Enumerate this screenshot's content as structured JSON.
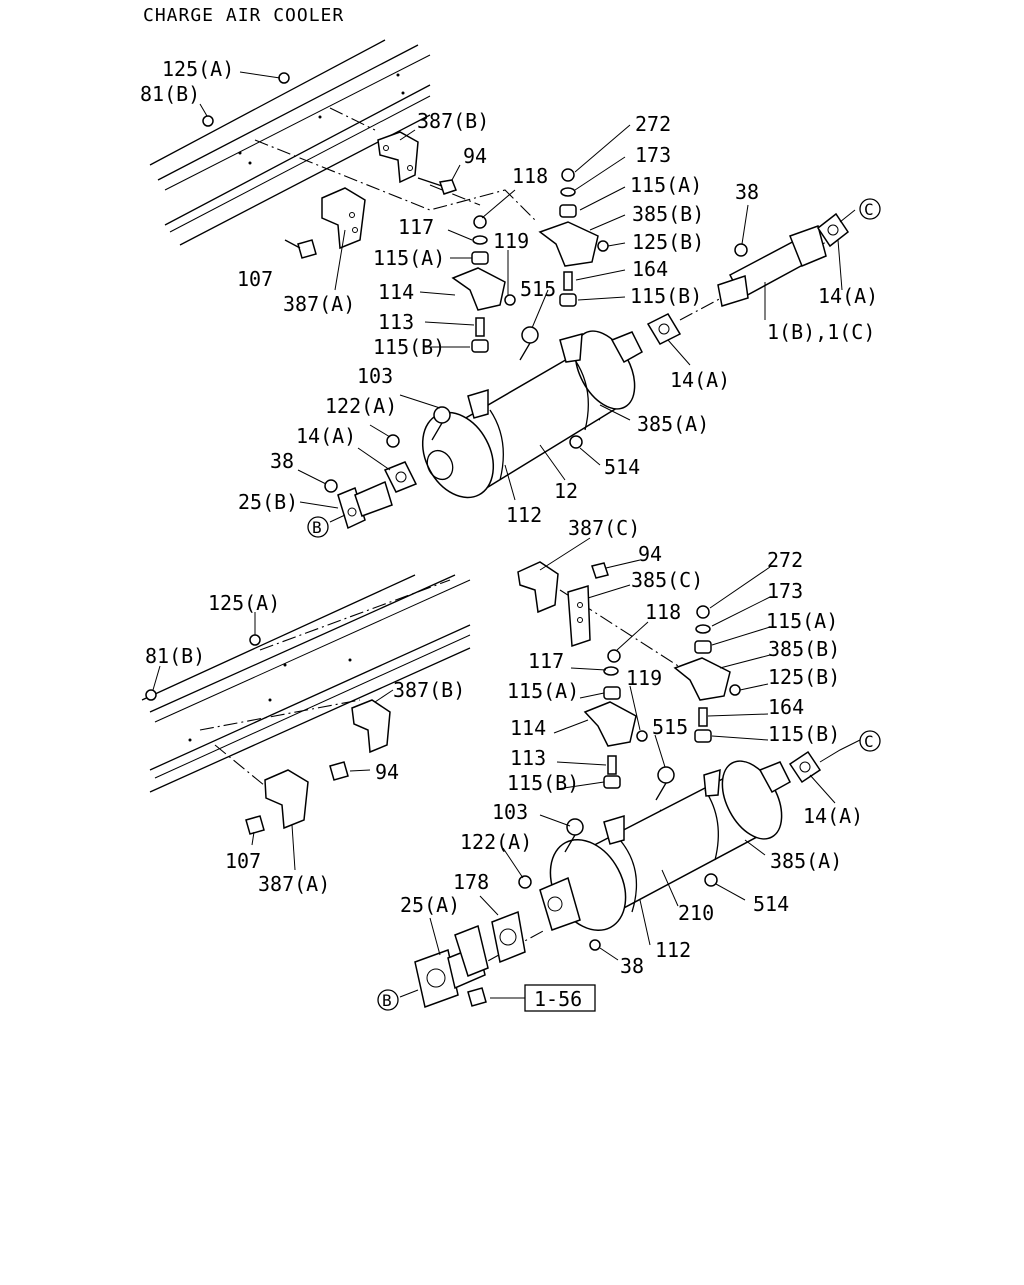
{
  "title": "CHARGE AIR COOLER",
  "top_labels": {
    "l1": "125(A)",
    "l2": "81(B)",
    "l3": "387(B)",
    "l4": "94",
    "l5": "272",
    "l6": "173",
    "l7": "118",
    "l8": "115(A)",
    "l9": "38",
    "l10": "385(B)",
    "l11": "117",
    "l12": "119",
    "l13": "125(B)",
    "l14": "115(A)",
    "l15": "164",
    "l16": "107",
    "l17": "114",
    "l18": "515",
    "l19": "115(B)",
    "l20": "14(A)",
    "l21": "387(A)",
    "l22": "113",
    "l23": "1(B),1(C)",
    "l24": "115(B)",
    "l25": "14(A)",
    "l26": "103",
    "l27": "385(A)",
    "l28": "122(A)",
    "l29": "14(A)",
    "l30": "514",
    "l31": "38",
    "l32": "12",
    "l33": "25(B)",
    "l34": "112"
  },
  "bottom_labels": {
    "l1": "387(C)",
    "l2": "94",
    "l3": "272",
    "l4": "385(C)",
    "l5": "173",
    "l6": "125(A)",
    "l7": "118",
    "l8": "115(A)",
    "l9": "81(B)",
    "l10": "387(B)",
    "l11": "385(B)",
    "l12": "117",
    "l13": "125(B)",
    "l14": "115(A)",
    "l15": "119",
    "l16": "164",
    "l17": "114",
    "l18": "515",
    "l19": "115(B)",
    "l20": "94",
    "l21": "113",
    "l22": "115(B)",
    "l23": "14(A)",
    "l24": "103",
    "l25": "122(A)",
    "l26": "385(A)",
    "l27": "107",
    "l28": "178",
    "l29": "387(A)",
    "l30": "514",
    "l31": "25(A)",
    "l32": "210",
    "l33": "112",
    "l34": "38",
    "l35": "1-56"
  },
  "markers": {
    "b": "B",
    "c": "C"
  }
}
